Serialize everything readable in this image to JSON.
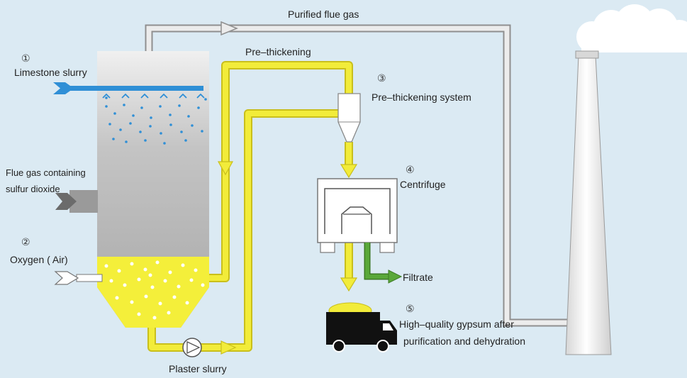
{
  "labels": {
    "purified_flue_gas": "Purified flue gas",
    "limestone_slurry": "Limestone slurry",
    "pre_thickening": "Pre–thickening",
    "pre_thickening_system": "Pre–thickening system",
    "flue_gas_line1": "Flue gas containing",
    "flue_gas_line2": "sulfur dioxide",
    "centrifuge": "Centrifuge",
    "oxygen_air": "Oxygen ( Air)",
    "filtrate": "Filtrate",
    "gypsum_line1": "High–quality gypsum after",
    "gypsum_line2": "purification and dehydration",
    "plaster_slurry": "Plaster slurry"
  },
  "step_numbers": {
    "one": "①",
    "two": "②",
    "three": "③",
    "four": "④",
    "five": "⑤"
  },
  "colors": {
    "background": "#dbeaf3",
    "gas_pipe": "#c9c9c9",
    "slurry_pipe": "#f2ec3a",
    "slurry_pipe_edge": "#c9bf1c",
    "limestone_arrow": "#2f8fd6",
    "filtrate_arrow": "#5aa83a",
    "tower": "#b3b3b3",
    "truck": "#111111"
  }
}
